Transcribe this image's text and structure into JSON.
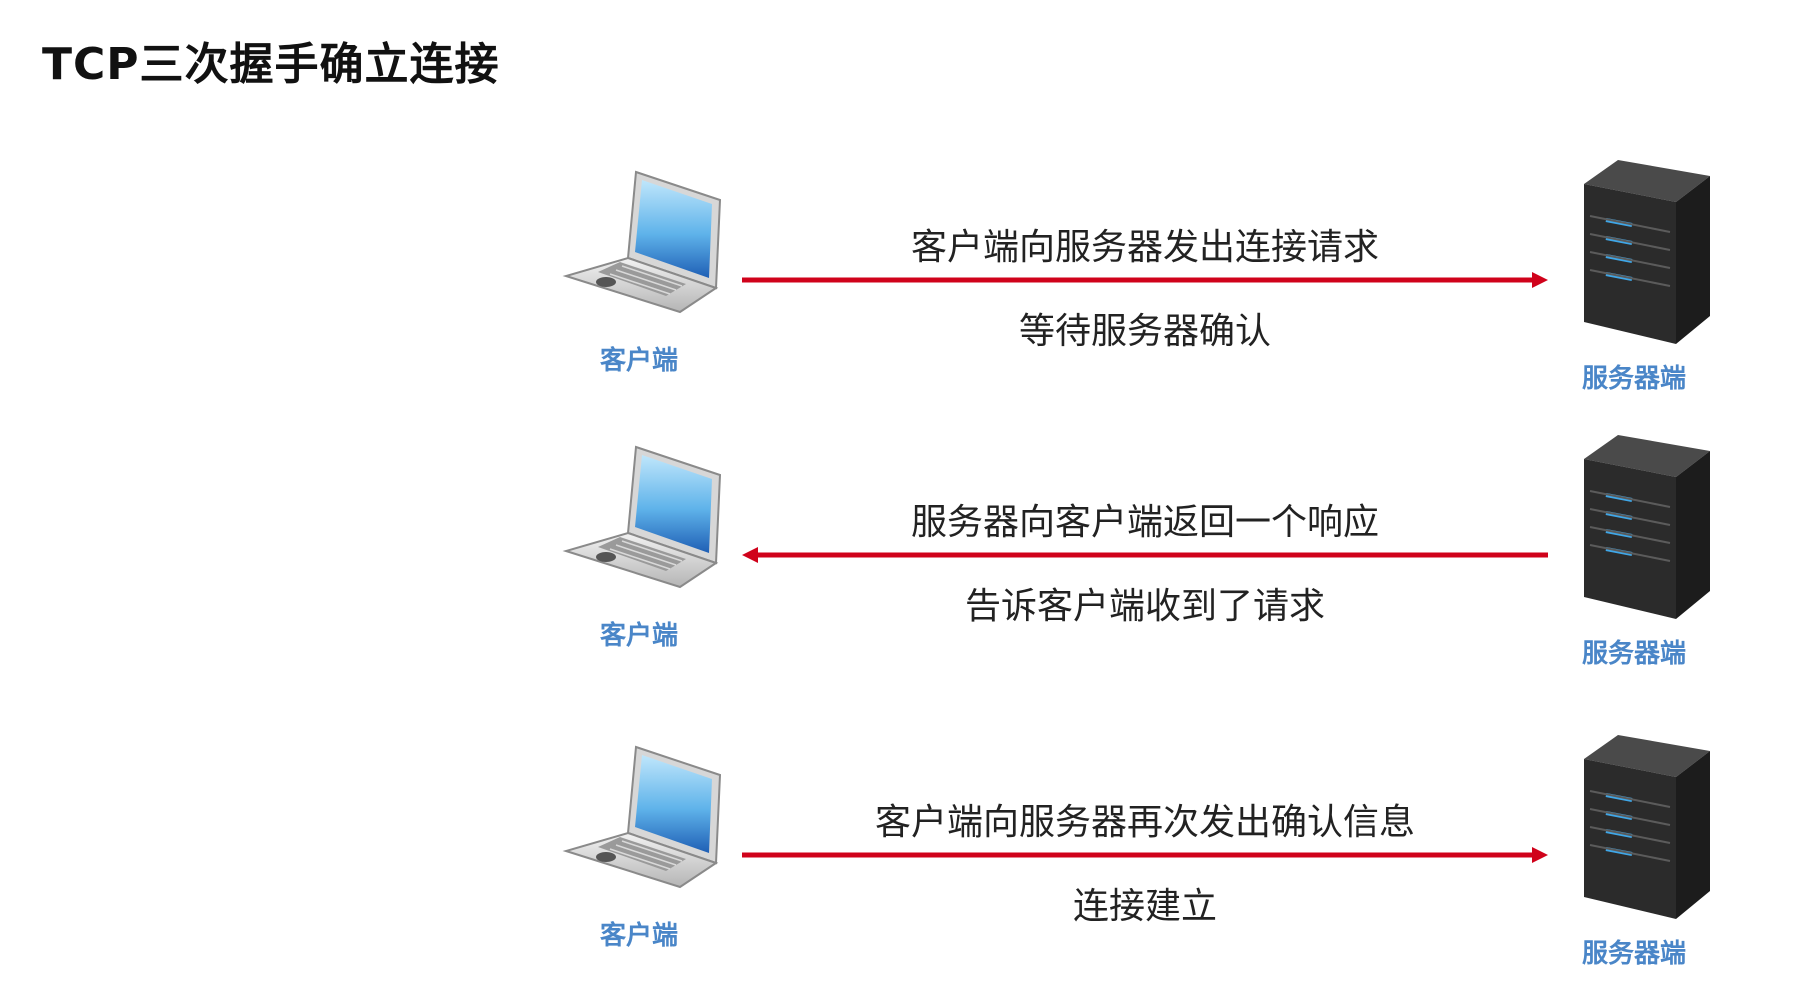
{
  "title": "TCP三次握手确立连接",
  "colors": {
    "arrow": "#d0021b",
    "label": "#4a86c8",
    "server_body": "#2b2b2b",
    "server_led": "#3fa7e8"
  },
  "steps": [
    {
      "client_label": "客户端",
      "server_label": "服务器端",
      "direction": "client-to-server",
      "message": "客户端向服务器发出连接请求",
      "note": "等待服务器确认"
    },
    {
      "client_label": "客户端",
      "server_label": "服务器端",
      "direction": "server-to-client",
      "message": "服务器向客户端返回一个响应",
      "note": "告诉客户端收到了请求"
    },
    {
      "client_label": "客户端",
      "server_label": "服务器端",
      "direction": "client-to-server",
      "message": "客户端向服务器再次发出确认信息",
      "note": "连接建立"
    }
  ]
}
